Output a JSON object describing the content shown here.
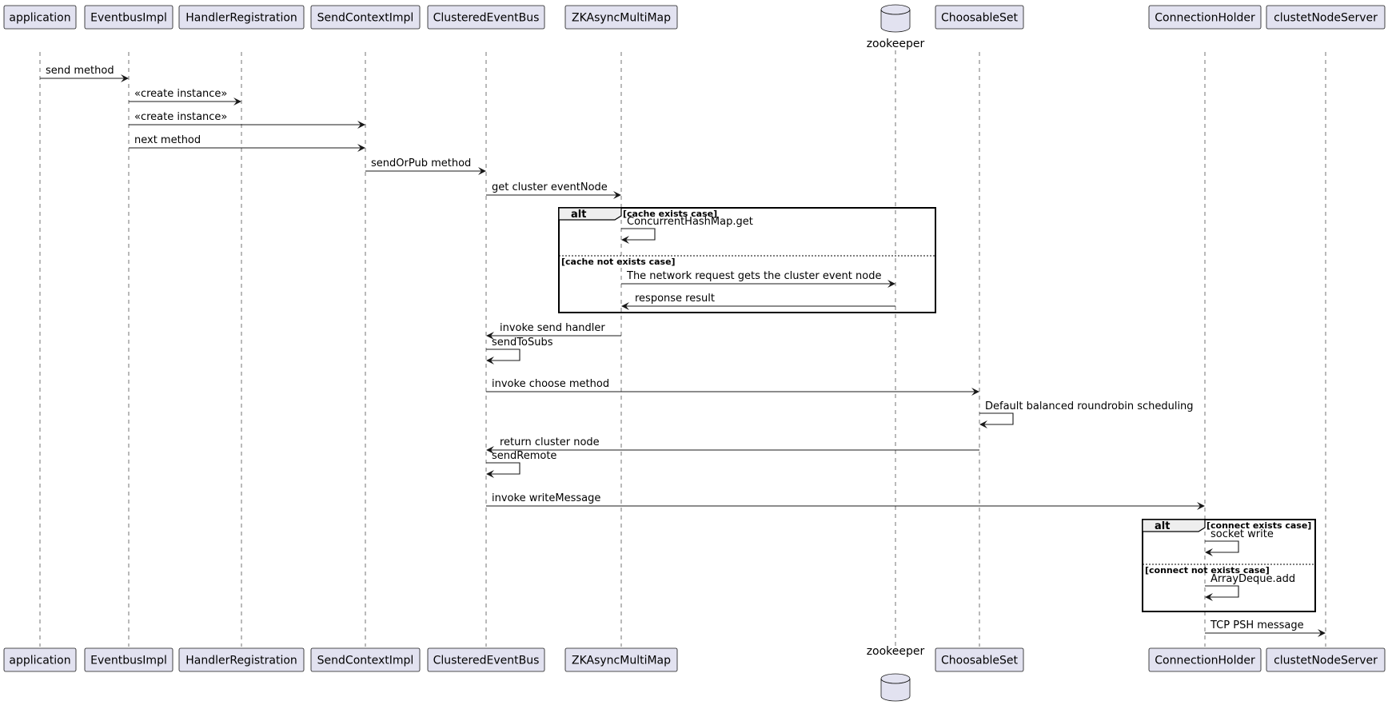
{
  "participants": [
    {
      "id": "application",
      "label": "application",
      "kind": "participant"
    },
    {
      "id": "eventbus",
      "label": "EventbusImpl",
      "kind": "participant"
    },
    {
      "id": "handlerreg",
      "label": "HandlerRegistration",
      "kind": "participant"
    },
    {
      "id": "sendctx",
      "label": "SendContextImpl",
      "kind": "participant"
    },
    {
      "id": "clustered",
      "label": "ClusteredEventBus",
      "kind": "participant"
    },
    {
      "id": "zkmap",
      "label": "ZKAsyncMultiMap",
      "kind": "participant"
    },
    {
      "id": "zookeeper",
      "label": "zookeeper",
      "kind": "database"
    },
    {
      "id": "choosable",
      "label": "ChoosableSet",
      "kind": "participant"
    },
    {
      "id": "connholder",
      "label": "ConnectionHolder",
      "kind": "participant"
    },
    {
      "id": "nodeserver",
      "label": "clustetNodeServer",
      "kind": "participant"
    }
  ],
  "messages": [
    {
      "from": "application",
      "to": "eventbus",
      "text": "send method"
    },
    {
      "from": "eventbus",
      "to": "handlerreg",
      "text": "«create instance»"
    },
    {
      "from": "eventbus",
      "to": "sendctx",
      "text": "«create instance»"
    },
    {
      "from": "eventbus",
      "to": "sendctx",
      "text": "next method"
    },
    {
      "from": "sendctx",
      "to": "clustered",
      "text": "sendOrPub method"
    },
    {
      "from": "clustered",
      "to": "zkmap",
      "text": "get cluster eventNode"
    },
    {
      "from": "zkmap",
      "to": "zkmap",
      "text": "ConcurrentHashMap.get"
    },
    {
      "from": "zkmap",
      "to": "zookeeper",
      "text": "The network request gets the cluster event node"
    },
    {
      "from": "zookeeper",
      "to": "zkmap",
      "text": "response result"
    },
    {
      "from": "zkmap",
      "to": "clustered",
      "text": "invoke send handler"
    },
    {
      "from": "clustered",
      "to": "clustered",
      "text": "sendToSubs"
    },
    {
      "from": "clustered",
      "to": "choosable",
      "text": "invoke choose method"
    },
    {
      "from": "choosable",
      "to": "choosable",
      "text": "Default balanced roundrobin scheduling",
      "color": "#ff0000"
    },
    {
      "from": "choosable",
      "to": "clustered",
      "text": "return cluster node"
    },
    {
      "from": "clustered",
      "to": "clustered",
      "text": "sendRemote"
    },
    {
      "from": "clustered",
      "to": "connholder",
      "text": "invoke writeMessage"
    },
    {
      "from": "connholder",
      "to": "connholder",
      "text": "socket write"
    },
    {
      "from": "connholder",
      "to": "connholder",
      "text": "ArrayDeque.add"
    },
    {
      "from": "connholder",
      "to": "nodeserver",
      "text": "TCP PSH message"
    }
  ],
  "fragments": [
    {
      "keyword": "alt",
      "guards": [
        "[cache exists case]",
        "[cache not exists case]"
      ]
    },
    {
      "keyword": "alt",
      "guards": [
        "[connect exists case]",
        "[connect not exists case]"
      ]
    }
  ]
}
